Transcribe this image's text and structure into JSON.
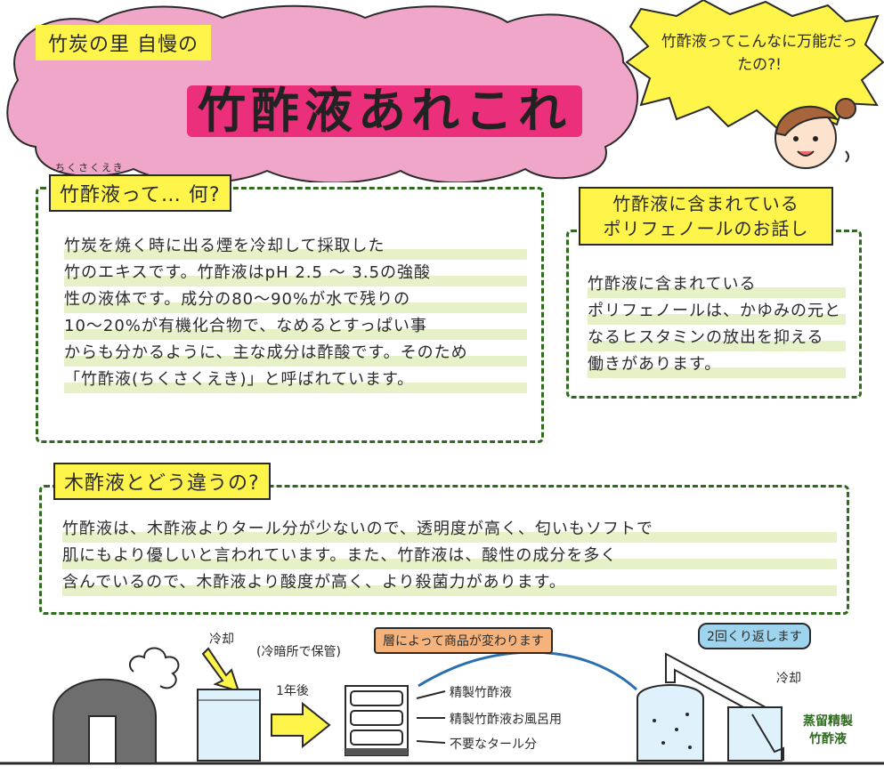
{
  "header": {
    "kicker": "竹炭の里 自慢の",
    "title": "竹酢液あれこれ",
    "speech": "竹酢液ってこんなに万能だったの?!"
  },
  "section1": {
    "ruby": "ちくさくえき",
    "label": "竹酢液って… 何?",
    "lines": [
      "竹炭を焼く時に出る煙を冷却して採取した",
      "竹のエキスです。竹酢液はpH 2.5 ～ 3.5の強酸",
      "性の液体です。成分の80～90%が水で残りの",
      "10～20%が有機化合物で、なめるとすっぱい事",
      "からも分かるように、主な成分は酢酸です。そのため",
      "「竹酢液(ちくさくえき)」と呼ばれています。"
    ]
  },
  "section2": {
    "label_line1": "竹酢液に含まれている",
    "label_line2": "ポリフェノールのお話し",
    "lines": [
      "竹酢液に含まれている",
      "ポリフェノールは、かゆみの元と",
      "なるヒスタミンの放出を抑える",
      "働きがあります。"
    ]
  },
  "section3": {
    "label": "木酢液とどう違うの?",
    "lines": [
      "竹酢液は、木酢液よりタール分が少ないので、透明度が高く、匂いもソフトで",
      "肌にもより優しいと言われています。また、竹酢液は、酸性の成分を多く",
      "含んでいるので、木酢液より酸度が高く、より殺菌力があります。"
    ]
  },
  "diagram": {
    "cool": "冷却",
    "storage": "(冷暗所で保管)",
    "one_year": "1年後",
    "layers_callout": "層によって商品が変わります",
    "repeat_callout": "2回くり返します",
    "layer1": "精製竹酢液",
    "layer2": "精製竹酢液お風呂用",
    "layer3": "不要なタール分",
    "cool2": "冷却",
    "distilled_line1": "蒸留精製",
    "distilled_line2": "竹酢液"
  },
  "colors": {
    "pink_cloud": "#f0a6c8",
    "hero_pink": "#ec2f7a",
    "yellow": "#fff54a",
    "dash_green": "#2f6a1e",
    "callout_orange": "#f5b27a",
    "callout_blue": "#9fd4ee"
  }
}
